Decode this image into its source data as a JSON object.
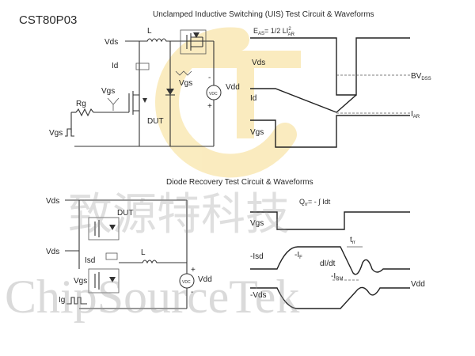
{
  "part_number": "CST80P03",
  "uis": {
    "title": "Unclamped Inductive Switching (UIS) Test Circuit & Waveforms",
    "formula_main": "E",
    "formula_sub": "AS",
    "formula_rest": "= 1/2 LI",
    "formula_sup": "2",
    "formula_sub2": "AR",
    "labels": {
      "vds": "Vds",
      "l": "L",
      "id": "Id",
      "vgs": "Vgs",
      "rg": "Rg",
      "dut": "DUT",
      "vgs_left": "Vgs",
      "vgs_top": "Vgs",
      "vdd": "Vdd",
      "vdc": "VDC",
      "plus": "+",
      "minus": "-"
    },
    "wave_labels": {
      "vds": "Vds",
      "id": "Id",
      "vgs": "Vgs",
      "bv": "BV",
      "bv_sub": "DSS",
      "iar": "I",
      "iar_sub": "AR"
    }
  },
  "diode": {
    "title": "Diode Recovery Test Circuit & Waveforms",
    "formula": "Q",
    "formula_sub": "rr",
    "formula_rest": "= - ∫ Idt",
    "labels": {
      "vds_top": "Vds",
      "vds_mid": "Vds",
      "dut": "DUT",
      "isd": "Isd",
      "l": "L",
      "vgs": "Vgs",
      "ig": "Ig",
      "vdd": "Vdd",
      "vdc": "VDC",
      "plus": "+",
      "minus": "-"
    },
    "wave_labels": {
      "vgs": "Vgs",
      "isd": "-Isd",
      "if": "-I",
      "if_sub": "F",
      "didt": "dI/dt",
      "trr": "t",
      "trr_sub": "rr",
      "irm": "-I",
      "irm_sub": "RM",
      "vds": "-Vds",
      "vdd": "Vdd"
    }
  },
  "watermark": {
    "cjk": "致源特科技",
    "latin": "ChipSourceTek",
    "logo_letters": "CT"
  },
  "colors": {
    "line": "#333333",
    "logo": "#f2c84b"
  }
}
